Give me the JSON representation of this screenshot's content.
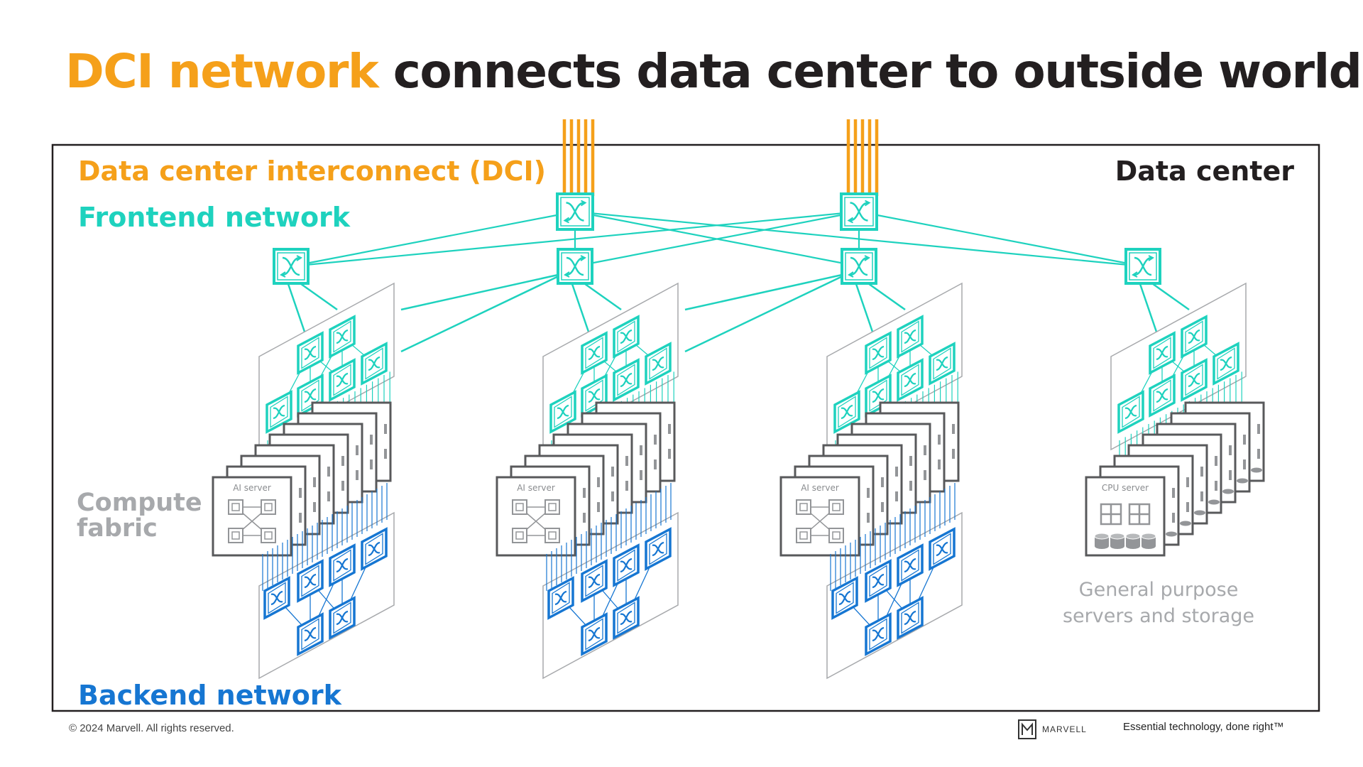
{
  "title": {
    "accent": "DCI network",
    "rest": " connects data center to outside world"
  },
  "diagram": {
    "dci_label": "Data center interconnect (DCI)",
    "frontend_label": "Frontend network",
    "datacenter_label": "Data center",
    "compute_label_line1": "Compute",
    "compute_label_line2": "fabric",
    "backend_label": "Backend network",
    "ai_server_label": "AI server",
    "cpu_server_label": "CPU server",
    "gp_label_line1": "General purpose",
    "gp_label_line2": "servers and storage",
    "switch_icon": "network-switch-icon",
    "server_icon": "server-icon",
    "storage_icon": "storage-disk-icon"
  },
  "colors": {
    "dci": "#F5A01A",
    "frontend": "#1ED2BE",
    "backend": "#1676D2",
    "compute": "#A7A9AC",
    "dark": "#231F20"
  },
  "footer": {
    "copyright": "© 2024 Marvell. All rights reserved.",
    "brand": "MARVELL",
    "tagline": "Essential technology, done right™"
  }
}
